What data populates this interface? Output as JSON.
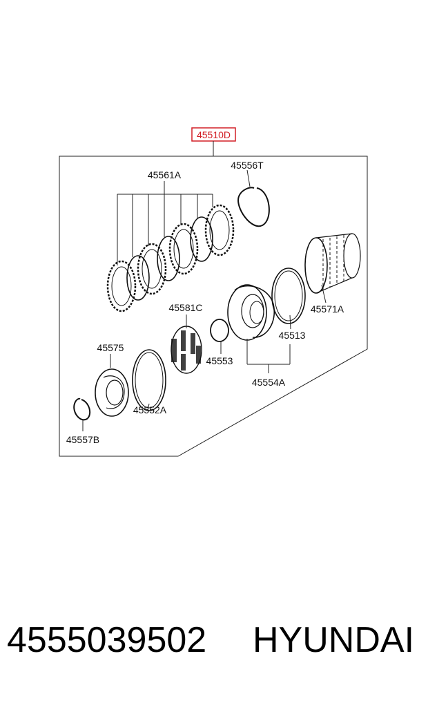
{
  "diagram": {
    "assembly_label": "45510D",
    "highlight_color": "#d21f26",
    "labels": {
      "p45561A": "45561A",
      "p45556T": "45556T",
      "p45581C": "45581C",
      "p45571A": "45571A",
      "p45513": "45513",
      "p45575": "45575",
      "p45553": "45553",
      "p45554A": "45554A",
      "p45552A": "45552A",
      "p45557B": "45557B"
    }
  },
  "footer": {
    "part_number": "4555039502",
    "brand": "HYUNDAI"
  }
}
